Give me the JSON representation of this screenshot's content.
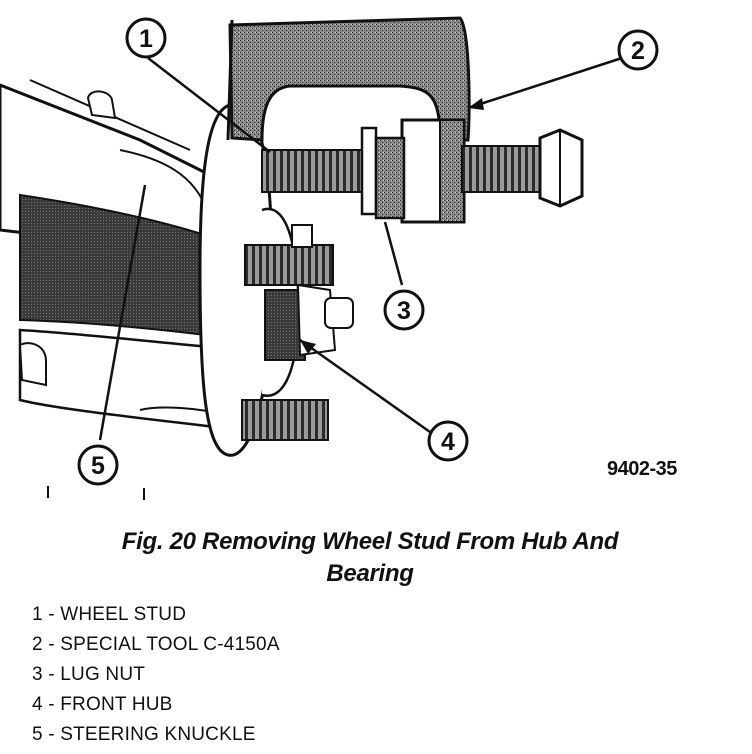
{
  "figure_id": "9402-35",
  "caption": {
    "line1": "Fig. 20 Removing Wheel Stud From Hub And",
    "line2": "Bearing"
  },
  "callouts": [
    "1",
    "2",
    "3",
    "4",
    "5"
  ],
  "legend": [
    "1 - WHEEL STUD",
    "2 - SPECIAL TOOL C-4150A",
    "3 - LUG NUT",
    "4 - FRONT HUB",
    "5 - STEERING KNUCKLE"
  ]
}
